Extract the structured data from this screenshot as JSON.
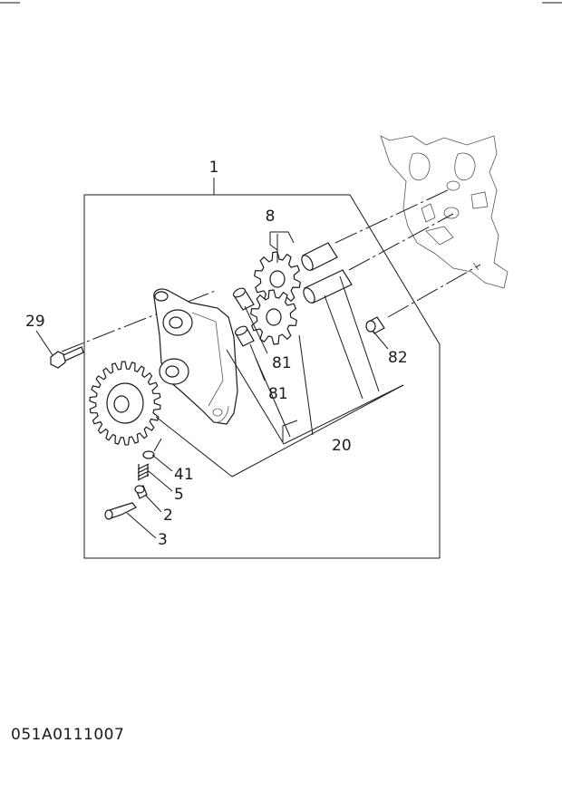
{
  "diagram": {
    "labels": {
      "assembly": "1",
      "bolt": "29",
      "gear_set": "8",
      "pin_upper": "81",
      "pin_lower": "81",
      "bushing": "82",
      "shaft": "20",
      "o_ring": "41",
      "spring": "5",
      "valve": "2",
      "plug": "3"
    },
    "drawing_code": "051A0111007"
  }
}
